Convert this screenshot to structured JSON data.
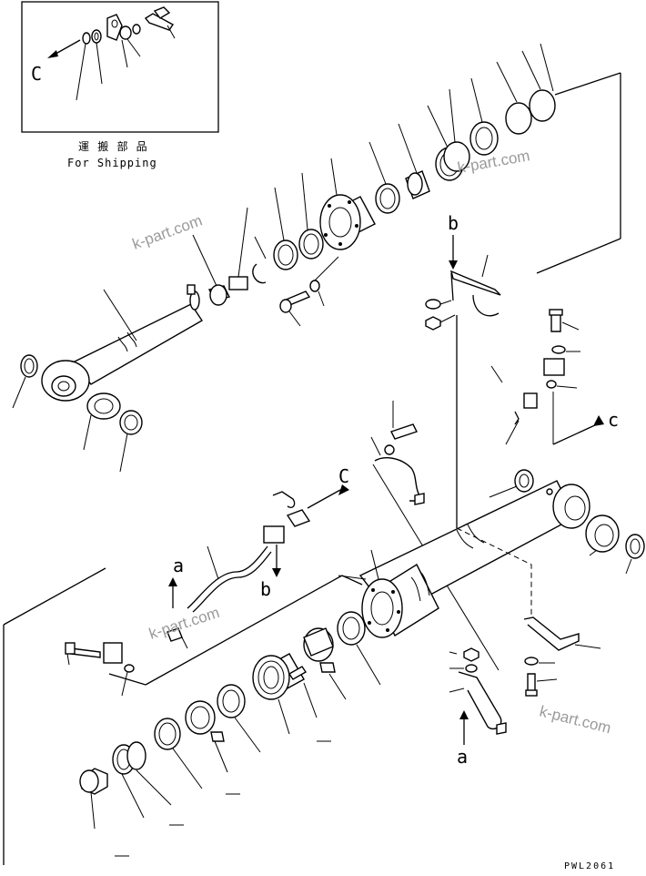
{
  "inset": {
    "title_jp": "運 搬 部 品",
    "title_en": "For Shipping",
    "view_label": "C"
  },
  "labels": {
    "c_upper": "C",
    "c_mid": "C",
    "c_right": "c",
    "b_top": "b",
    "b_mid": "b",
    "a_left": "a",
    "a_bottom": "a"
  },
  "watermarks": [
    "k-part.com",
    "k-part.com",
    "k-part.com",
    "k-part.com"
  ],
  "drawing_code": "PWL2061"
}
